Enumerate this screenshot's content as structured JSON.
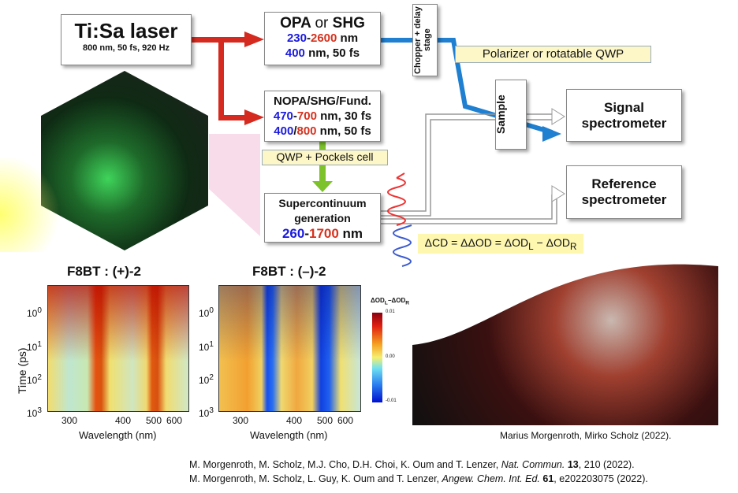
{
  "laser": {
    "title": "Ti:Sa laser",
    "spec": "800 nm, 50 fs, 920 Hz"
  },
  "opa": {
    "title_a": "OPA",
    "title_or": "or",
    "title_b": "SHG",
    "l1a": "230",
    "l1b": "2600",
    "l1c": " nm",
    "l2a": "400",
    "l2b": " nm, 50 fs"
  },
  "nopa": {
    "title": "NOPA/SHG/Fund.",
    "l1a": "470",
    "l1b": "700",
    "l1c": " nm, 30 fs",
    "l2a": "400",
    "l2b": "800",
    "l2c": " nm, 50 fs"
  },
  "qwp": "QWP + Pockels cell",
  "sc": {
    "l1": "Supercontinuum",
    "l2": "generation",
    "l3a": "260",
    "l3b": "1700",
    "l3c": " nm"
  },
  "chopper": "Chopper + delay stage",
  "polarizer": "Polarizer or rotatable QWP",
  "sample": "Sample",
  "signal": "Signal spectrometer",
  "reference": "Reference spectrometer",
  "formula": "ΔCD = ΔΔOD = ΔOD",
  "formula_sub_l": "L",
  "formula_mid": " − ΔOD",
  "formula_sub_r": "R",
  "chart_data": [
    {
      "type": "heatmap",
      "title": "F8BT : (+)-2",
      "xlabel": "Wavelength (nm)",
      "ylabel": "Time (ps)",
      "xticks": [
        "300",
        "400",
        "500",
        "600"
      ],
      "yticks": [
        "10^0",
        "10^1",
        "10^2",
        "10^3"
      ],
      "bands": [
        {
          "center_nm": 350,
          "sign": "positive"
        },
        {
          "center_nm": 490,
          "sign": "positive"
        }
      ]
    },
    {
      "type": "heatmap",
      "title": "F8BT : (–)-2",
      "xlabel": "Wavelength (nm)",
      "ylabel": "",
      "xticks": [
        "300",
        "400",
        "500",
        "600"
      ],
      "yticks": [
        "10^0",
        "10^1",
        "10^2",
        "10^3"
      ],
      "bands": [
        {
          "center_nm": 350,
          "sign": "negative"
        },
        {
          "center_nm": 490,
          "sign": "negative"
        }
      ]
    }
  ],
  "colorbar": {
    "label": "ΔOD",
    "sub_l": "L",
    "mid": "−ΔOD",
    "sub_r": "R",
    "ticks": [
      "0.01",
      "0.00",
      "-0.01"
    ]
  },
  "photo_caption": "Marius Morgenroth, Mirko Scholz (2022).",
  "refs": [
    {
      "authors": "M. Morgenroth, M. Scholz, M.J. Cho, D.H. Choi, K. Oum and T. Lenzer, ",
      "journal": "Nat. Commun.",
      "vol": " 13",
      "rest": ", 210 (2022)."
    },
    {
      "authors": "M. Morgenroth, M. Scholz, L. Guy, K. Oum and T. Lenzer, ",
      "journal": "Angew. Chem. Int. Ed.",
      "vol": " 61",
      "rest": ", e202203075 (2022)."
    }
  ]
}
